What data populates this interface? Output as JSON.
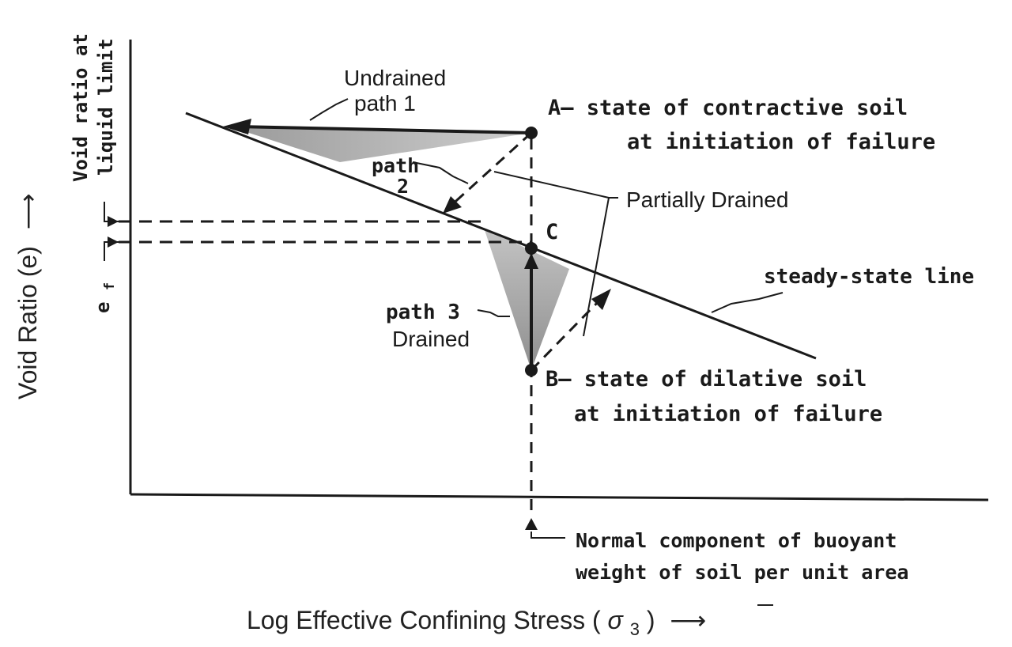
{
  "diagram": {
    "colors": {
      "ink": "#1a1a1a",
      "shade": "#bdbdbd",
      "background": "#ffffff"
    },
    "axes": {
      "x_title": "Log Effective Confining Stress (",
      "x_symbol": "σ",
      "x_subscript": "3",
      "x_close": ")",
      "y_title": "Void Ratio (e)",
      "arrow_glyph": "⟶",
      "y_marker_top_line1": "Void ratio at",
      "y_marker_top_line2": "liquid limit",
      "y_marker_ef": "e",
      "y_marker_ef_sub": "f"
    },
    "lines": {
      "steady_state": "steady-state line"
    },
    "points": {
      "A_line1": "A– state of contractive soil",
      "A_line2": "at initiation of failure",
      "B_line1": "B– state of dilative soil",
      "B_line2": "at initiation of failure",
      "C": "C"
    },
    "paths": {
      "path1_line1": "Undrained",
      "path1_line2": "path 1",
      "path2_line1": "path",
      "path2_line2": "2",
      "path3_line1": "path 3",
      "path3_line2": "Drained",
      "partially_drained": "Partially Drained"
    },
    "annotation": {
      "normal_line1": "Normal component of buoyant",
      "normal_line2": "weight of soil per unit area"
    }
  }
}
